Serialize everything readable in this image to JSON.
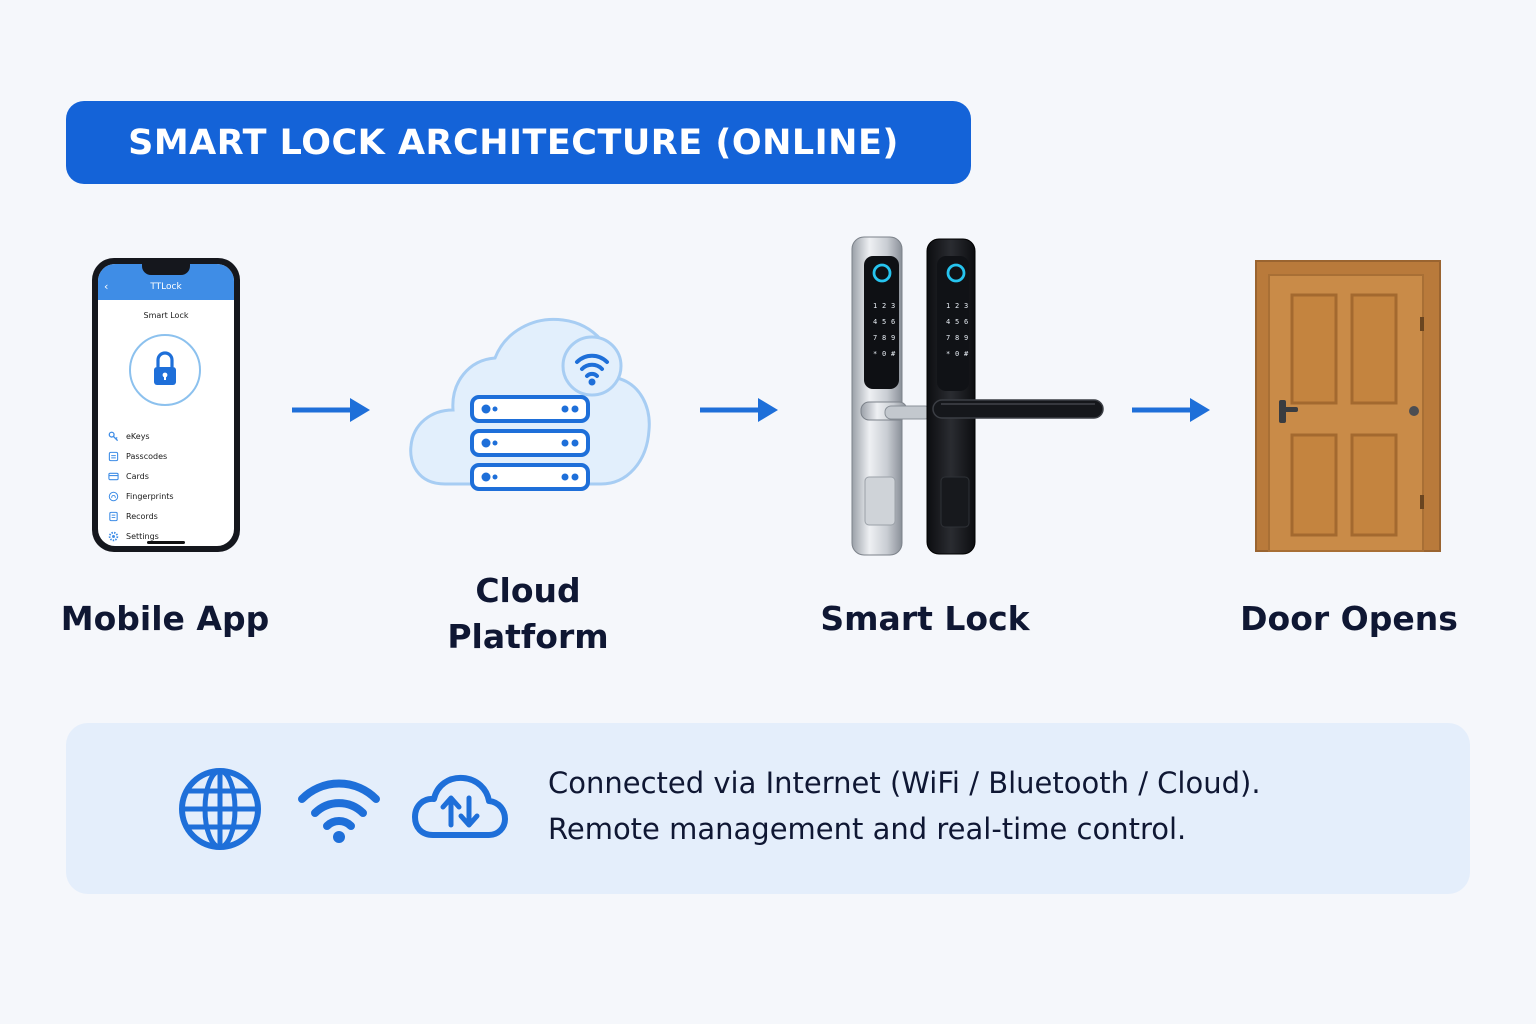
{
  "title": "SMART LOCK ARCHITECTURE (ONLINE)",
  "colors": {
    "accent": "#1463d8",
    "icon_blue": "#1e6fd9",
    "panel_bg": "#e4eefb",
    "door_wood": "#c98b48"
  },
  "stages": [
    {
      "label": "Mobile App",
      "icon": "smartphone-app"
    },
    {
      "label": "Cloud\nPlatform",
      "icon": "cloud-server-icon"
    },
    {
      "label": "Smart Lock",
      "icon": "smart-lock-device"
    },
    {
      "label": "Door Opens",
      "icon": "door-icon"
    }
  ],
  "phone": {
    "app_title": "TTLock",
    "screen_title": "Smart Lock",
    "menu": [
      {
        "label": "eKeys",
        "icon": "key-icon"
      },
      {
        "label": "Passcodes",
        "icon": "passcode-icon"
      },
      {
        "label": "Cards",
        "icon": "card-icon"
      },
      {
        "label": "Fingerprints",
        "icon": "fingerprint-icon"
      },
      {
        "label": "Records",
        "icon": "records-icon"
      },
      {
        "label": "Settings",
        "icon": "gear-icon"
      }
    ]
  },
  "lock": {
    "keypad_keys": [
      "1",
      "2",
      "3",
      "4",
      "5",
      "6",
      "7",
      "8",
      "9",
      "*",
      "0",
      "#"
    ]
  },
  "footer": {
    "icons": [
      "globe-icon",
      "wifi-icon",
      "cloud-transfer-icon"
    ],
    "line1": "Connected via Internet (WiFi / Bluetooth / Cloud).",
    "line2": "Remote management and real-time control."
  }
}
